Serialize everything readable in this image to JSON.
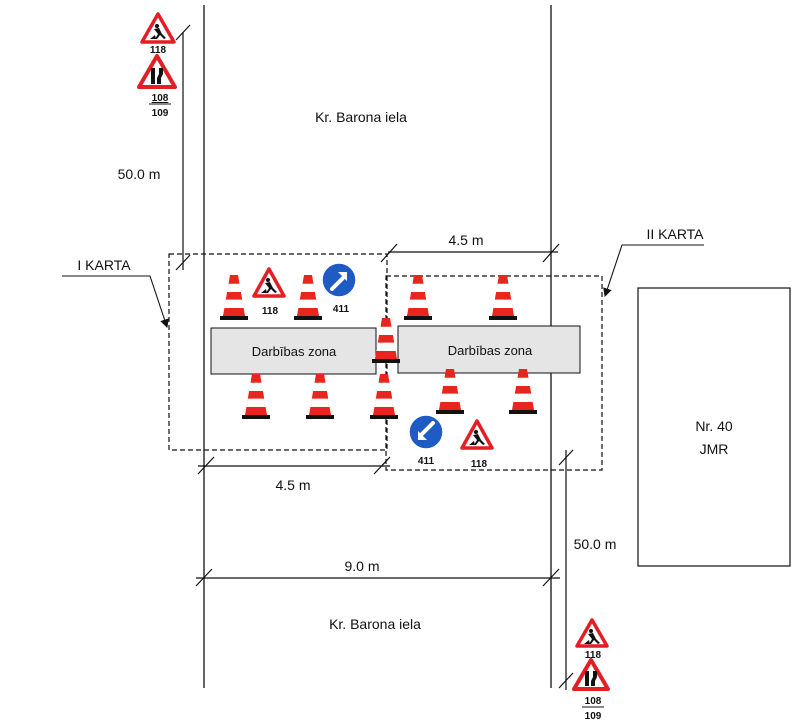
{
  "streets": {
    "top": "Kr. Barona iela",
    "bottom": "Kr. Barona iela"
  },
  "building": {
    "number": "Nr. 40",
    "name": "JMR"
  },
  "zones": {
    "left": "Darbības zona",
    "right": "Darbības zona"
  },
  "plans": {
    "first": "I KARTA",
    "second": "II KARTA"
  },
  "dimensions": {
    "top_left_distance": "50.0 m",
    "top_width": "4.5 m",
    "middle_width": "4.5 m",
    "bottom_width": "9.0 m",
    "bottom_right_distance": "50.0 m"
  },
  "signs": {
    "roadworks_code": "118",
    "narrowing_code_top": "108",
    "narrowing_code_bottom": "109",
    "keep_right_code": "411",
    "keep_left_code": "411",
    "zone_roadworks_left_code": "118",
    "zone_roadworks_right_code": "118"
  },
  "colors": {
    "sign_red": "#e31e24",
    "cone_red": "#e8261d",
    "mandatory_blue": "#1f5bc4",
    "zone_fill": "#e5e5e5"
  }
}
